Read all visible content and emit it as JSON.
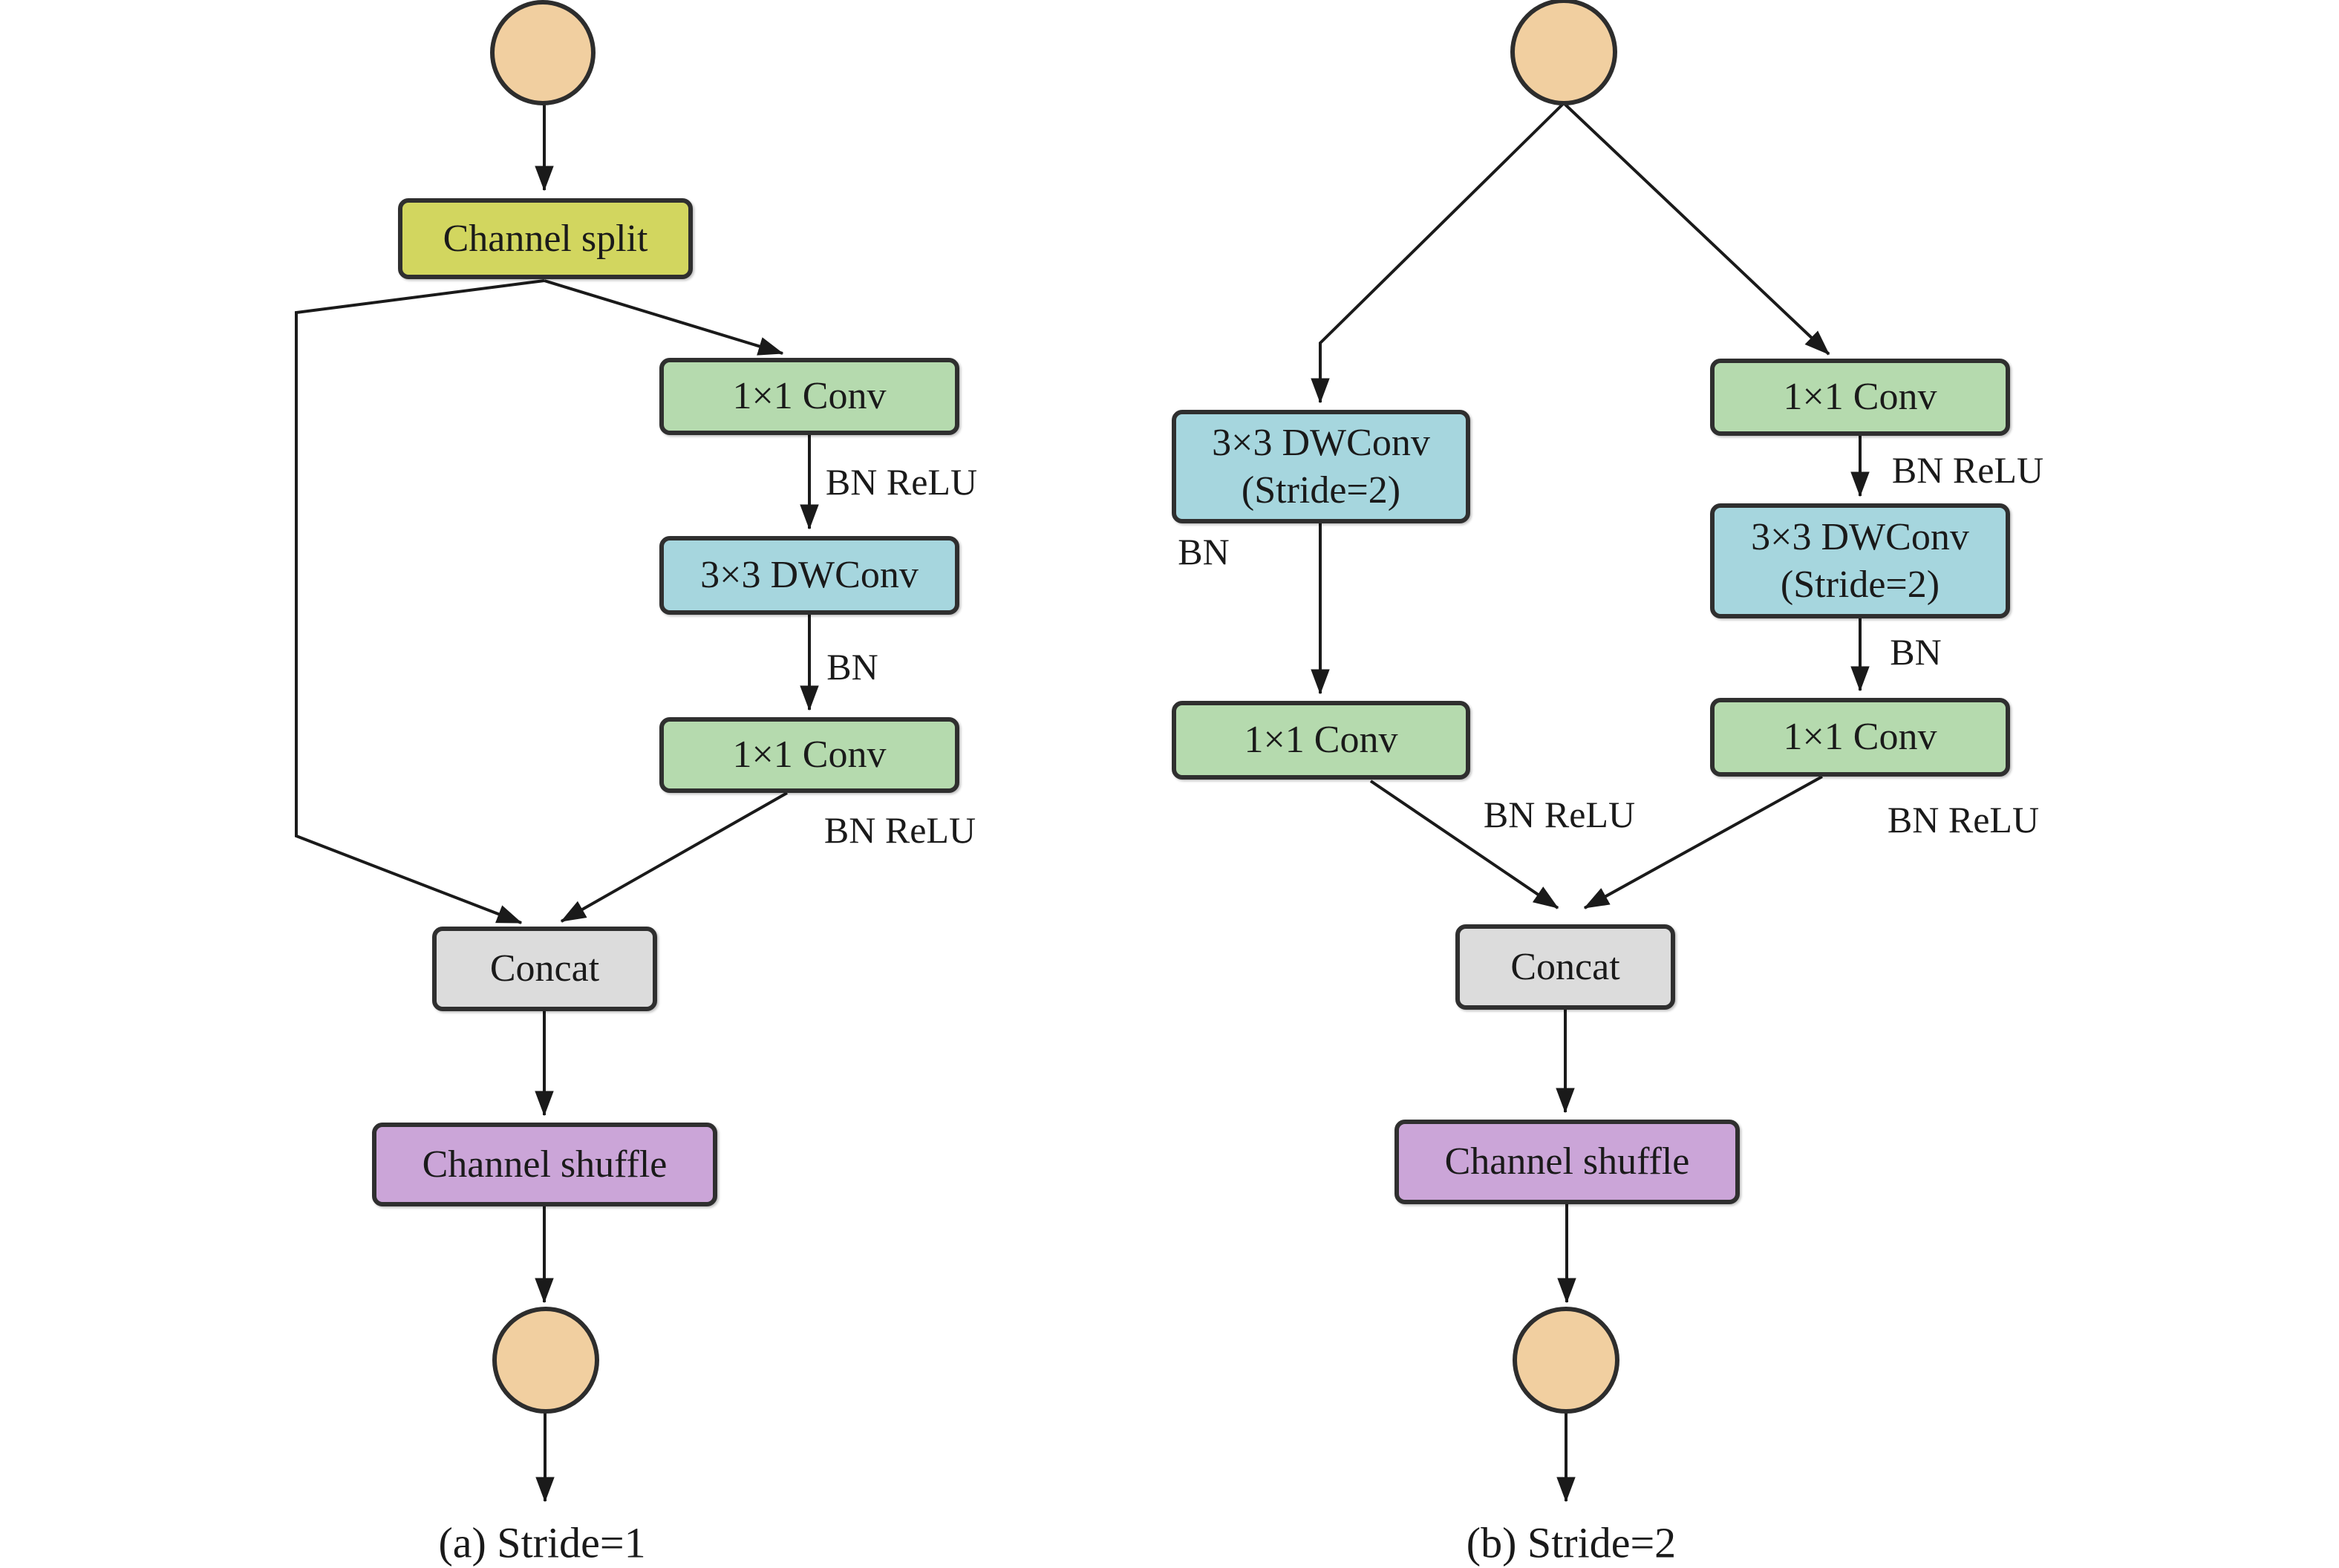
{
  "colors": {
    "background": "#ffffff",
    "node_border": "#2f2f2f",
    "line": "#1a1a1a",
    "feature_map_circle": "#f1cfa0",
    "channel_split": "#d2d65f",
    "conv": "#b5daae",
    "dwconv": "#a6d6de",
    "concat": "#dcdcdc",
    "channel_shuffle": "#cba5d8"
  },
  "diagram_a": {
    "caption": "(a) Stride=1",
    "nodes": {
      "channel_split": "Channel split",
      "conv1": "1×1 Conv",
      "dwconv": "3×3 DWConv",
      "conv2": "1×1 Conv",
      "concat": "Concat",
      "channel_shuffle": "Channel shuffle"
    },
    "edge_labels": {
      "bn_relu_1": "BN ReLU",
      "bn": "BN",
      "bn_relu_2": "BN ReLU"
    }
  },
  "diagram_b": {
    "caption": "(b) Stride=2",
    "nodes": {
      "dwconv_left_line1": "3×3 DWConv",
      "dwconv_left_line2": "(Stride=2)",
      "conv_left": "1×1 Conv",
      "conv_right_top": "1×1 Conv",
      "dwconv_right_line1": "3×3 DWConv",
      "dwconv_right_line2": "(Stride=2)",
      "conv_right_bottom": "1×1 Conv",
      "concat": "Concat",
      "channel_shuffle": "Channel shuffle"
    },
    "edge_labels": {
      "bn_left": "BN",
      "bn_relu_left": "BN ReLU",
      "bn_relu_right_top": "BN ReLU",
      "bn_right": "BN",
      "bn_relu_right_bottom": "BN ReLU"
    }
  }
}
